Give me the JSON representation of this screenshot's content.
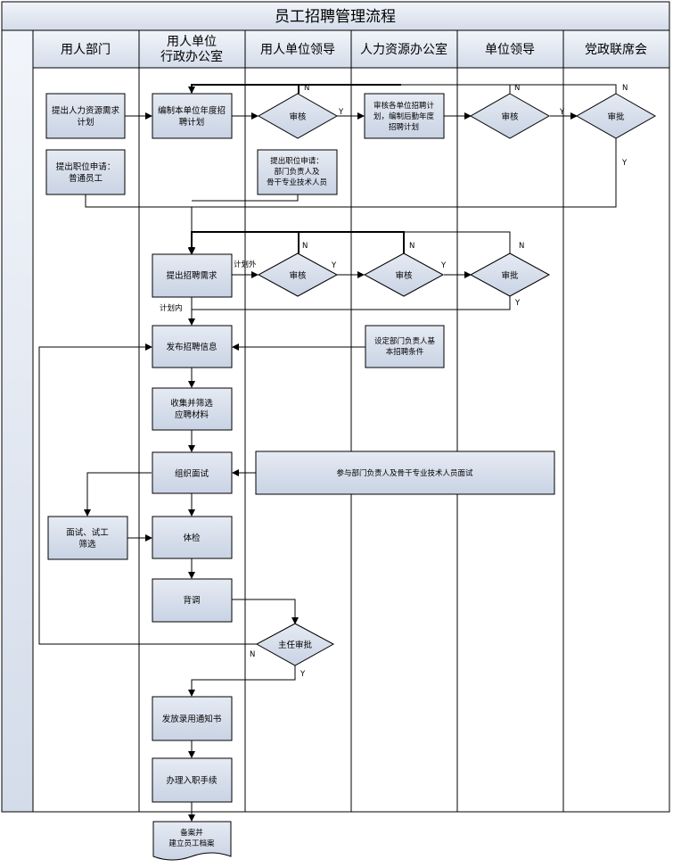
{
  "title": "员工招聘管理流程",
  "lanes": [
    {
      "label_lines": [
        "用人部门"
      ]
    },
    {
      "label_lines": [
        "用人单位",
        "行政办公室"
      ]
    },
    {
      "label_lines": [
        "用人单位领导"
      ]
    },
    {
      "label_lines": [
        "人力资源办公室"
      ]
    },
    {
      "label_lines": [
        "单位领导"
      ]
    },
    {
      "label_lines": [
        "党政联席会"
      ]
    }
  ],
  "nodes": {
    "propose_hr_plan": [
      "提出人力资源需求",
      "计划"
    ],
    "compile_annual_plan": [
      "编制本单位年度招",
      "聘计划"
    ],
    "review_1": [
      "审核"
    ],
    "hr_review_plan": [
      "审核各单位招聘计",
      "划，编制后勤年度",
      "招聘计划"
    ],
    "review_2": [
      "审核"
    ],
    "approve_1": [
      "审批"
    ],
    "apply_normal": [
      "提出职位申请：",
      "普通员工"
    ],
    "apply_senior": [
      "提出职位申请：",
      "部门负责人及",
      "骨干专业技术人员"
    ],
    "propose_demand": [
      "提出招聘需求"
    ],
    "review_3": [
      "审核"
    ],
    "review_4": [
      "审核"
    ],
    "approve_2": [
      "审批"
    ],
    "publish_info": [
      "发布招聘信息"
    ],
    "set_conditions": [
      "设定部门负责人基",
      "本招聘条件"
    ],
    "collect_screen": [
      "收集并筛选",
      "应聘材料"
    ],
    "organize_interview": [
      "组织面试"
    ],
    "join_interview": [
      "参与部门负责人及骨干专业技术人员面试"
    ],
    "interview_trial": [
      "面试、试工",
      "筛选"
    ],
    "physical_exam": [
      "体检"
    ],
    "background_check": [
      "背调"
    ],
    "director_approve": [
      "主任审批"
    ],
    "issue_offer": [
      "发放录用通知书"
    ],
    "onboarding": [
      "办理入职手续"
    ],
    "archive": [
      "备案并",
      "建立员工档案"
    ]
  },
  "labels": {
    "n": "N",
    "y": "Y",
    "out_of_plan": "计划外",
    "in_plan": "计划内"
  }
}
